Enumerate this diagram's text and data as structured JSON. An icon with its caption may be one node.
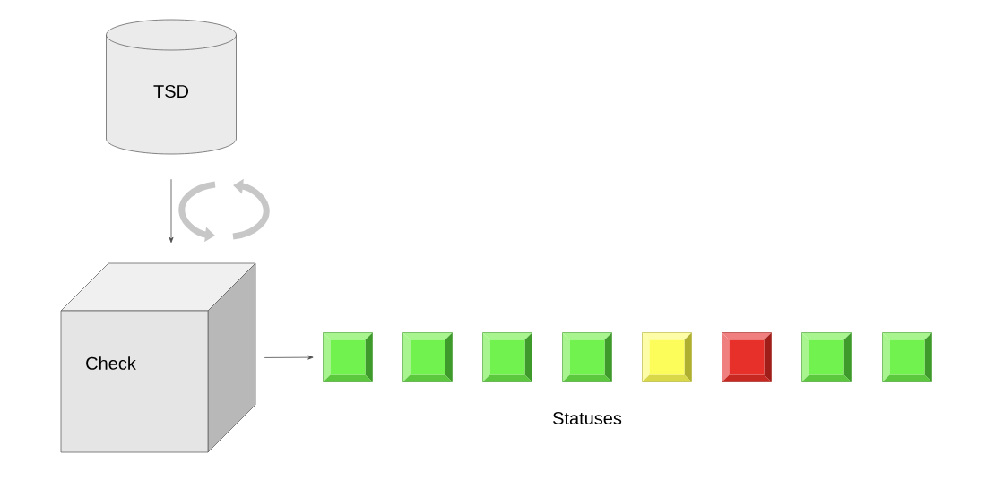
{
  "diagram": {
    "nodes": [
      {
        "text": [
          "TSD"
        ]
      },
      {
        "text": [
          "Check"
        ]
      },
      {
        "text": [],
        "shape": "box"
      },
      {
        "text": [],
        "shape": "box"
      },
      {
        "text": [],
        "shape": "box"
      },
      {
        "text": [],
        "shape": "box"
      },
      {
        "text": [],
        "shape": "box"
      },
      {
        "text": [],
        "shape": "box"
      },
      {
        "text": [],
        "shape": "box"
      },
      {
        "text": [],
        "shape": "box"
      }
    ],
    "edges": [
      {
        "from": 0,
        "to": 1,
        "arrow": "to"
      },
      {
        "from": 1,
        "to": 2,
        "arrow": "to"
      }
    ],
    "labels": [
      "Statuses"
    ]
  }
}
